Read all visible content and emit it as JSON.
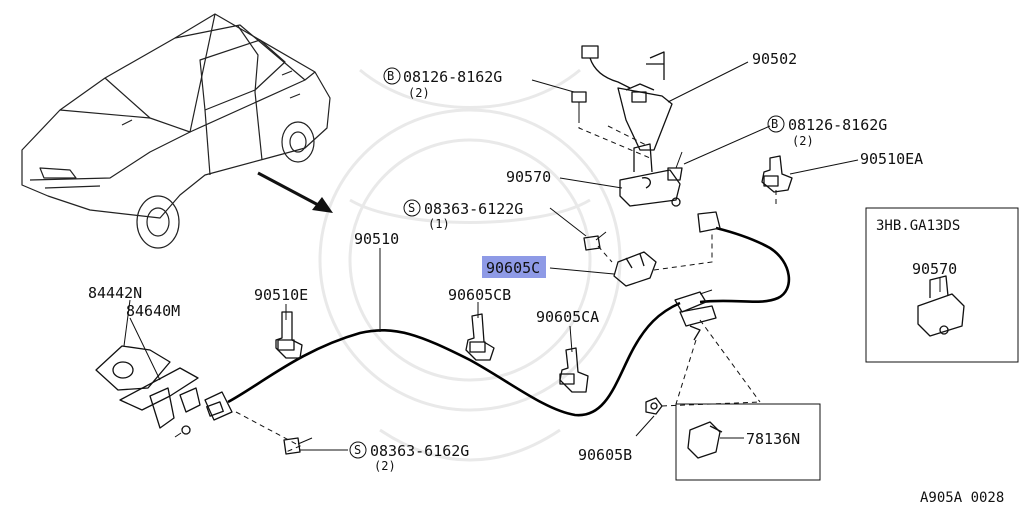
{
  "diagram_code": "A905A 0028",
  "inset": {
    "title": "3HB.GA13DS",
    "part": "90570"
  },
  "parts": {
    "p84442N": "84442N",
    "p84640M": "84640M",
    "p90510E": "90510E",
    "p90510": "90510",
    "p90605CB": "90605CB",
    "p90605C": "90605C",
    "p90605CA": "90605CA",
    "p90605B": "90605B",
    "p78136N": "78136N",
    "p90570": "90570",
    "p90502": "90502",
    "p90510EA": "90510EA"
  },
  "fasteners": {
    "b_top": {
      "prefix": "B",
      "number": "08126-8162G",
      "qty": "(2)"
    },
    "b_right": {
      "prefix": "B",
      "number": "08126-8162G",
      "qty": "(2)"
    },
    "s_mid": {
      "prefix": "S",
      "number": "08363-6122G",
      "qty": "(1)"
    },
    "s_bottom": {
      "prefix": "S",
      "number": "08363-6162G",
      "qty": "(2)"
    }
  },
  "highlight": {
    "label": "90605C",
    "color": "#8e9ae6"
  },
  "colors": {
    "line": "#111111",
    "watermark": "#e9e9e9",
    "background": "#ffffff"
  }
}
